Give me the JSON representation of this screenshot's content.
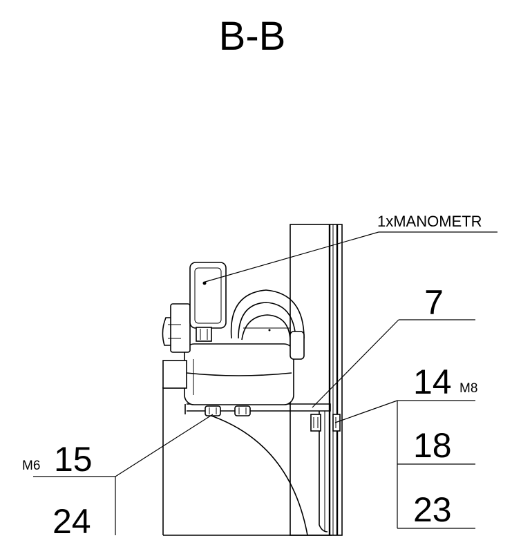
{
  "section_title": "B-B",
  "callouts": {
    "manometer": "1xMANOMETR",
    "part_7": "7",
    "part_14": "14",
    "thread_m8": "M8",
    "part_18": "18",
    "part_23": "23",
    "thread_m6": "M6",
    "part_15": "15",
    "part_24": "24"
  }
}
